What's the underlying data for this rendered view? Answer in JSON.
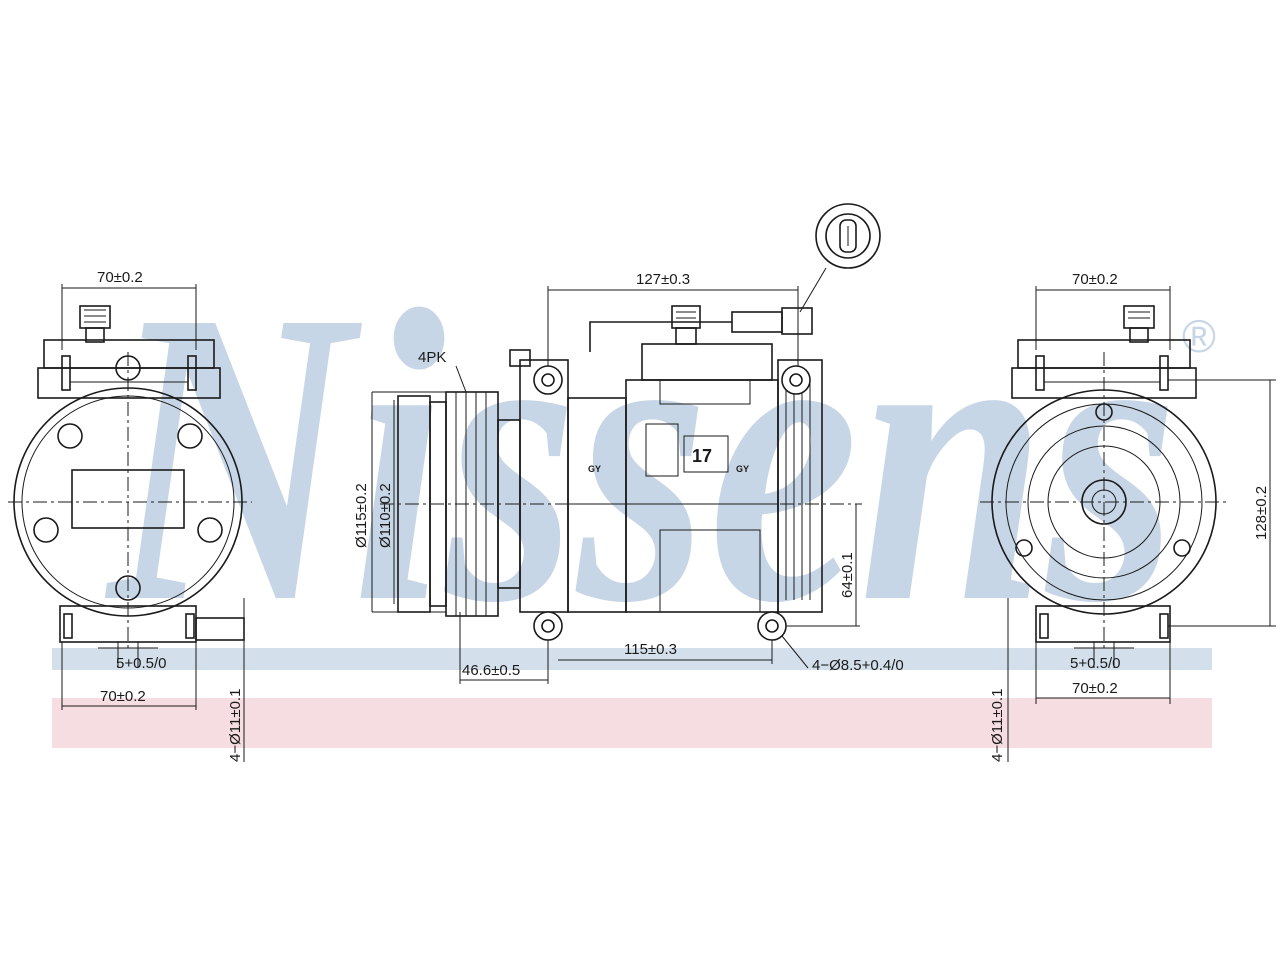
{
  "watermark": {
    "brand_text": "Nissens",
    "registered_mark": "®",
    "brand_color": "#c7d6e6",
    "band_blue": "#d3e0ec",
    "band_red": "#f6dde2"
  },
  "left_view": {
    "dim_top": "70±0.2",
    "dim_slot": "5+0.5/0",
    "dim_bottom": "70±0.2",
    "dim_hole": "4−Ø11±0.1"
  },
  "middle_view": {
    "dim_length": "127±0.3",
    "label_belt": "4PK",
    "dim_dia_outer": "Ø115±0.2",
    "dim_dia_inner": "Ø110±0.2",
    "dim_offset": "46.6±0.5",
    "dim_span": "115±0.3",
    "dim_holes": "4−Ø8.5+0.4/0",
    "dim_height": "64±0.1",
    "body_number": "17",
    "port_mark_1": "GY",
    "port_mark_2": "GY"
  },
  "right_view": {
    "dim_top": "70±0.2",
    "dim_height": "128±0.2",
    "dim_slot": "5+0.5/0",
    "dim_bottom": "70±0.2",
    "dim_hole": "4−Ø11±0.1"
  }
}
